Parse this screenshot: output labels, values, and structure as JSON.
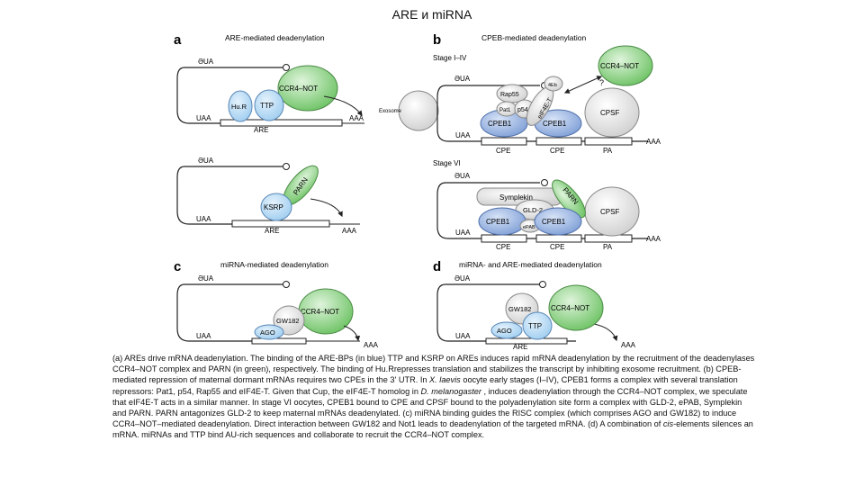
{
  "page": {
    "title": "ARE и miRNA"
  },
  "colors": {
    "blue": "#8aa9dc",
    "green": "#7ccd73",
    "gray": "#d9d9d9",
    "light_blue": "#a9d3f2"
  },
  "panels": {
    "a": {
      "letter": "a",
      "title": "ARE-mediated deadenylation",
      "top": {
        "cap": "ƏUA",
        "tail_label": "UAA",
        "aaa": "AAA",
        "element": "ARE",
        "proteins": [
          "Hu.R",
          "TTP",
          "CCR4–NOT",
          "Exosome"
        ]
      },
      "bottom": {
        "cap": "ƏUA",
        "tail_label": "UAA",
        "aaa": "AAA",
        "element": "ARE",
        "proteins": [
          "KSRP",
          "PARN"
        ]
      }
    },
    "b": {
      "letter": "b",
      "title": "CPEB-mediated deadenylation",
      "stage1": {
        "label": "Stage I–IV",
        "cap": "ƏUA",
        "tail_label": "UAA",
        "aaa": "AAA",
        "question": "?",
        "elements": [
          "CPE",
          "CPE",
          "PA"
        ],
        "proteins": [
          "4Eb",
          "Rap55",
          "Pat1",
          "p54",
          "eIF4E-T",
          "CPEB1",
          "CPEB1",
          "CPSF",
          "CCR4–NOT"
        ]
      },
      "stage2": {
        "label": "Stage VI",
        "cap": "ƏUA",
        "tail_label": "UAA",
        "aaa": "AAA",
        "elements": [
          "CPE",
          "CPE",
          "PA"
        ],
        "proteins": [
          "Symplekin",
          "PARN",
          "GLD-2",
          "CPEB1",
          "ePAB",
          "CPEB1",
          "CPSF"
        ]
      }
    },
    "c": {
      "letter": "c",
      "title": "miRNA-mediated deadenylation",
      "cap": "ƏUA",
      "tail_label": "UAA",
      "aaa": "AAA",
      "proteins": [
        "GW182",
        "CCR4–NOT",
        "AGO"
      ]
    },
    "d": {
      "letter": "d",
      "title": "miRNA- and ARE-mediated deadenylation",
      "cap": "ƏUA",
      "tail_label": "UAA",
      "aaa": "AAA",
      "element": "ARE",
      "proteins": [
        "GW182",
        "CCR4–NOT",
        "TTP",
        "AGO"
      ]
    }
  },
  "caption": {
    "s1": "(a) AREs drive mRNA deadenylation. The binding of the ARE-BPs (in blue) TTP and KSRP on AREs induces rapid mRNA deadenylation by the recruitment of the deadenylases CCR4–NOT complex and PARN (in green), respectively. The binding of Hu.Rrepresses translation and stabilizes the transcript by inhibiting exosome recruitment. (b) CPEB-mediated repression of maternal dormant mRNAs requires two CPEs in the 3' UTR. In ",
    "s2": "X. laevis",
    "s3": " oocyte early stages (I–IV), CPEB1 forms a complex with several translation repressors: Pat1, p54, Rap55 and eIF4E-T. Given that Cup, the eIF4E-T homolog in ",
    "s4": "D. melanogaster",
    "s5": " , induces deadenylation through the CCR4–NOT complex, we speculate that eIF4E-T acts in a similar manner. In stage VI oocytes, CPEB1 bound to CPE and CPSF bound to the polyadenylation site form a complex with GLD-2, ePAB, Symplekin and PARN. PARN antagonizes GLD-2 to keep maternal mRNAs deadenylated. (c) miRNA binding guides the RISC complex (which comprises AGO and GW182) to induce CCR4–NOT–mediated deadenylation. Direct interaction between GW182 and Not1 leads to deadenylation of the targeted mRNA. (d) A combination of ",
    "s6": "cis",
    "s7": "-elements silences an mRNA. miRNAs and TTP bind AU-rich sequences and collaborate to recruit the CCR4–NOT complex."
  }
}
